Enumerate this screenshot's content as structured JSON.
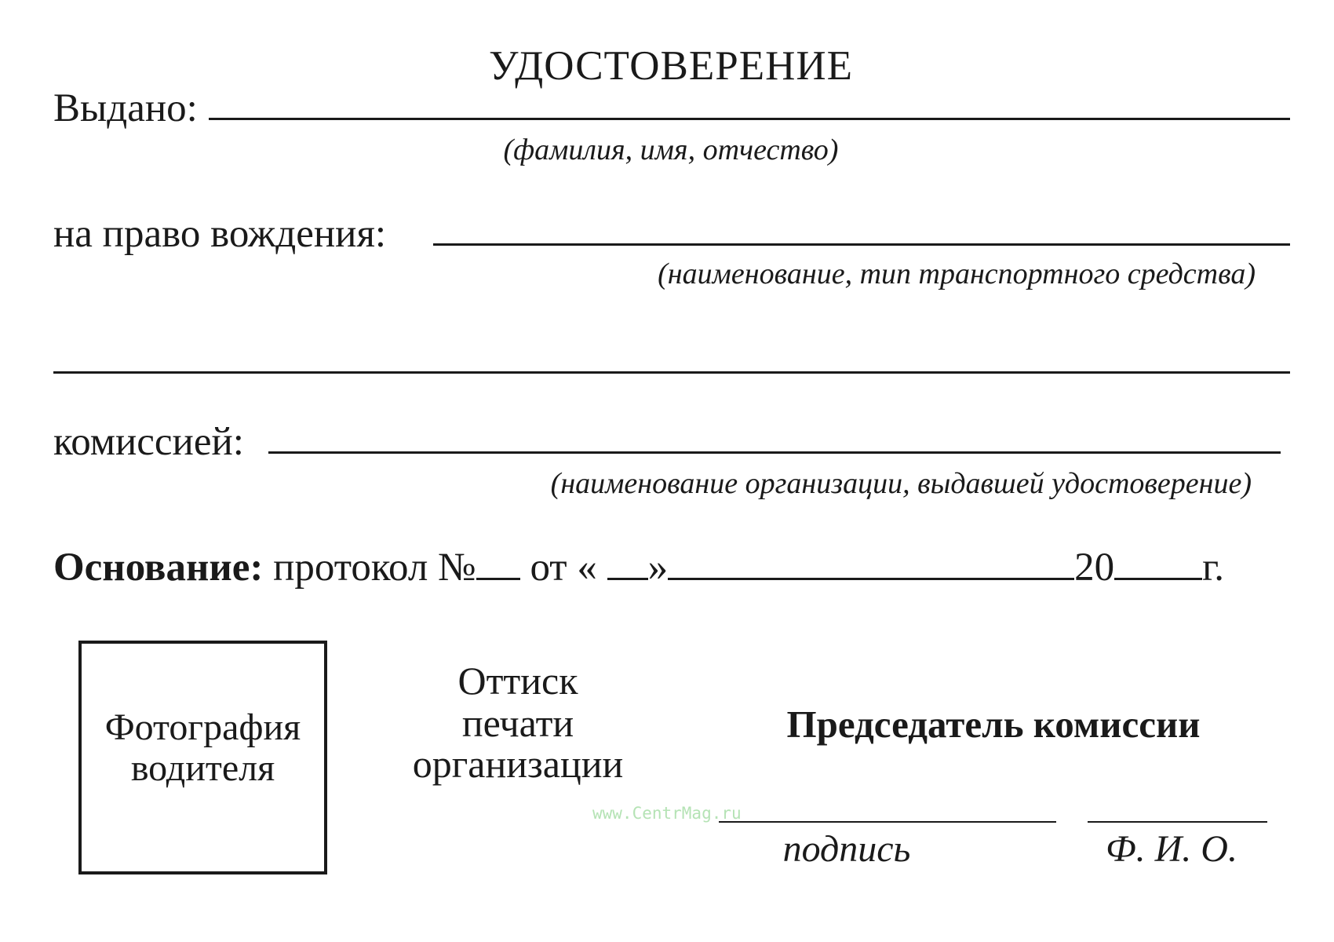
{
  "title": "УДОСТОВЕРЕНИЕ",
  "issued_to": {
    "label": "Выдано:",
    "hint": "(фамилия, имя, отчество)"
  },
  "driving_right": {
    "label": "на право вождения:",
    "hint": "(наименование, тип транспортного средства)"
  },
  "commission": {
    "label": "комиссией:",
    "hint": "(наименование организации, выдавшей удостоверение)"
  },
  "basis": {
    "label": "Основание:",
    "protocol": "протокол №",
    "from": "от «",
    "close_quote": "»",
    "year_prefix": "20",
    "year_suffix": "г."
  },
  "photo_box": {
    "line1": "Фотография",
    "line2": "водителя"
  },
  "stamp": {
    "line1": "Оттиск",
    "line2": "печати",
    "line3": "организации"
  },
  "chairman": {
    "title": "Председатель комиссии",
    "signature_hint": "подпись",
    "name_hint": "Ф. И. О."
  },
  "watermark": "www.CentrMag.ru"
}
